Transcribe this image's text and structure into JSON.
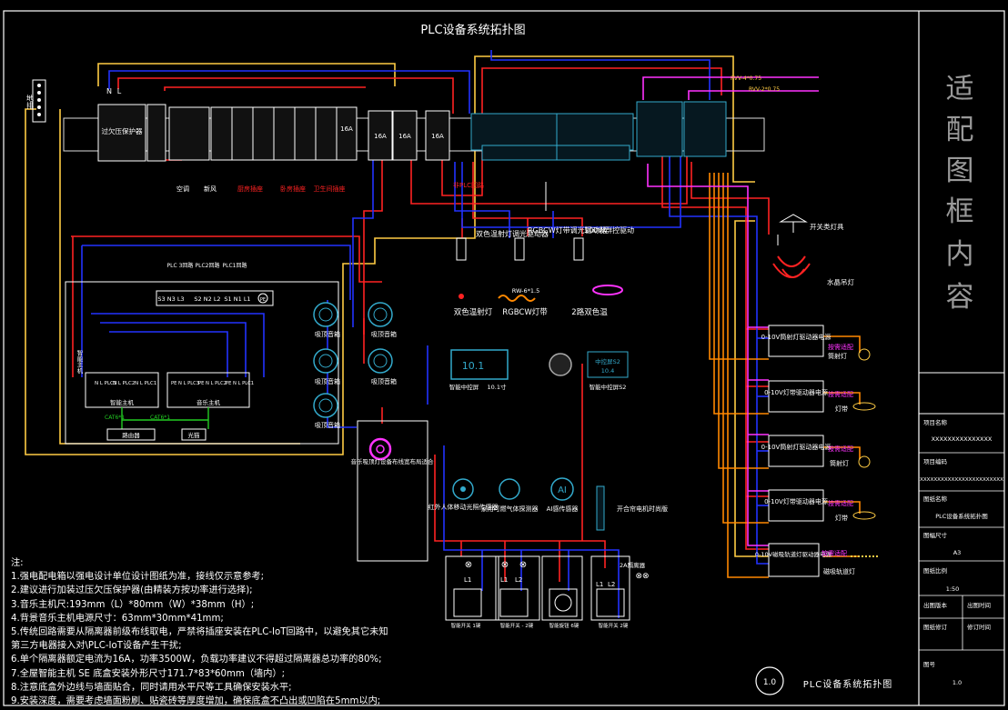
{
  "title": "PLC设备系统拓扑图",
  "sidebar": {
    "vertical_title": [
      "适",
      "配",
      "图",
      "框",
      "内",
      "容"
    ],
    "project_name_label": "项目名称",
    "project_name_value": "XXXXXXXXXXXXXXX",
    "project_code_label": "项目编码",
    "project_code_value": "XXXXXXXXXXXXXXXXXXXXXXXX",
    "drawing_name_label": "图纸名称",
    "drawing_name_value": "PLC设备系统拓扑图",
    "drawing_size_label": "图幅尺寸",
    "drawing_size_value": "A3",
    "scale_label": "图纸比例",
    "scale_value": "1:50",
    "version_label": "出图版本",
    "version_time_label": "出图时间",
    "modified_label": "图纸修订",
    "modified_time_label": "修订时间",
    "page_label": "图号",
    "page_value": "1.0"
  },
  "footer": {
    "badge": "1.0",
    "title": "PLC设备系统拓扑图"
  },
  "labels": {
    "ground_bar": "地排",
    "N": "N",
    "L": "L",
    "protector": "过欠压保护器",
    "aircon": "空调",
    "fresh_air": "新风",
    "kitchen_socket": "厨房插座",
    "bedroom_socket": "卧房插座",
    "bath_socket": "卫生间插座",
    "b16a_1": "16A",
    "b16a_2": "16A",
    "b16a_3": "16A",
    "b16a_4": "16A",
    "plc_loop": "非PLC回路",
    "rw1": "RVV-4*0.75",
    "rw2": "RVV-2*0.75",
    "dual_temp_driver": "双色温射灯调光驱动器",
    "rgbcw_driver": "RGBCW灯带调光驱动器",
    "w100_driver": "100W群控驱动",
    "rw_cable": "RW-6*1.5",
    "dual_temp_lamp": "双色温射灯",
    "rgbcw_strip": "RGBCW灯带",
    "two_way_dual": "2路双色温",
    "switch_lamp": "开关类灯具",
    "crystal_lamp": "水晶吊灯",
    "plc3": "PLC 3回路",
    "plc2": "PLC2回路",
    "plc1": "PLC1回路",
    "term_s3": "S3 N3 L3",
    "term_s2": "S2 N2 L2",
    "term_s1": "S1 N1 L1",
    "pe": "PE",
    "smart_host_side": "智能主机",
    "nl_plc3": "N L PLC3",
    "nl_plc2": "N L PLC2",
    "nl_plc1": "N L PLC1",
    "smart_host": "智能主机",
    "pen_plc3": "PE N L PLC3",
    "pen_plc2": "PE N L PLC2",
    "pen_plc1": "PE N L PLC1",
    "music_host": "音乐主机",
    "cat6_1": "CAT6*1",
    "cat6_2": "CAT6*1",
    "router": "路由器",
    "optical": "光猫",
    "speaker1": "吸顶音箱",
    "speaker2": "吸顶音箱",
    "speaker3": "吸顶音箱",
    "speaker4": "吸顶音箱",
    "speaker5": "吸顶音箱",
    "screen_val": "10.1",
    "screen_name": "智能中控屏",
    "screen_size": "10.1寸",
    "s2_screen_line1": "中控屏S2",
    "s2_screen_line2": "10.4",
    "s2_screen_name": "智能中控屏S2",
    "music_ceiling": "音乐吸顶灯设备布线宽布局适合",
    "ir_sensor": "红外人体移动光照传感器",
    "gas_sensor": "家用可燃气体探测器",
    "ai_sensor": "AI感传感器",
    "ai_icon": "AI",
    "curtain_motor": "开合帘电机时尚版",
    "drv1": "0-10V筒射灯驱动器电源",
    "drv2": "0-10V灯带驱动器电源",
    "drv3": "0-10V筒射灯驱动器电源",
    "drv4": "0-10V灯带驱动器电源",
    "drv5": "0-10V磁吸轨道灯驱动器电源",
    "need_adapt": "按需适配",
    "downlight": "筒射灯",
    "strip": "灯带",
    "track": "磁吸轨道灯",
    "sw1": "智能开关 1键",
    "sw2": "智能开关 2键",
    "sw3": "智能开关 - 2键",
    "sw4": "智能旋钮 6键",
    "sw5": "智能开关 2键",
    "relay": "2A隔离器",
    "L1": "L1",
    "L2": "L2"
  },
  "notes": {
    "title": "注:",
    "lines": [
      "1.强电配电箱以强电设计单位设计图纸为准，接线仅示意参考;",
      "2.建议进行加装过压欠压保护器(由精装方按功率进行选择);",
      "3.音乐主机尺:193mm（L）*80mm（W）*38mm（H）;",
      "4.背景音乐主机电源尺寸：63mm*30mm*41mm;",
      "5.传统回路需要从隔离器前级布线取电，严禁将插座安装在PLC-IoT回路中，以避免其它未知",
      "第三方电器接入对\\PLC-IoT设备产生干扰;",
      "6.单个隔离器额定电流为16A，功率3500W，负载功率建议不得超过隔离器总功率的80%;",
      "7.全屋智能主机 SE 底盒安装外形尺寸171.7*83*60mm（墙内）;",
      "8.注意底盒外边线与墙面贴合，同时请用水平尺等工具确保安装水平;",
      "9.安装深度，需要考虑墙面粉刷、贴瓷砖等厚度增加，确保底盒不凸出或凹陷在5mm以内;"
    ]
  },
  "colors": {
    "red": "#ff2222",
    "blue": "#2233ff",
    "yellow": "#ffcc44",
    "orange": "#ff8800",
    "magenta": "#ff33ff",
    "cyan": "#33aacc",
    "white": "#ffffff",
    "green": "#22cc22"
  }
}
